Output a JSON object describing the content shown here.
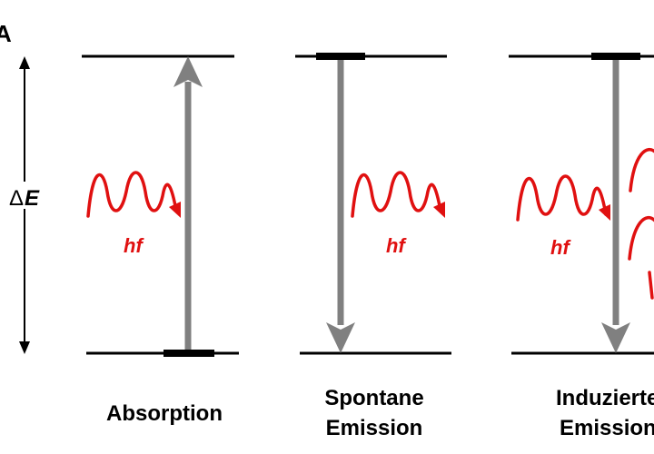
{
  "panel_letter": "A",
  "energy_axis_label": "E",
  "photon_label": "hf",
  "panels": [
    {
      "caption_lines": [
        "Absorption"
      ]
    },
    {
      "caption_lines": [
        "Spontane",
        "Emission"
      ]
    },
    {
      "caption_lines": [
        "Induzierte",
        "Emission"
      ]
    }
  ],
  "colors": {
    "level_line": "#000000",
    "transition_arrow": "#808080",
    "photon": "#e01010",
    "text": "#000000"
  }
}
